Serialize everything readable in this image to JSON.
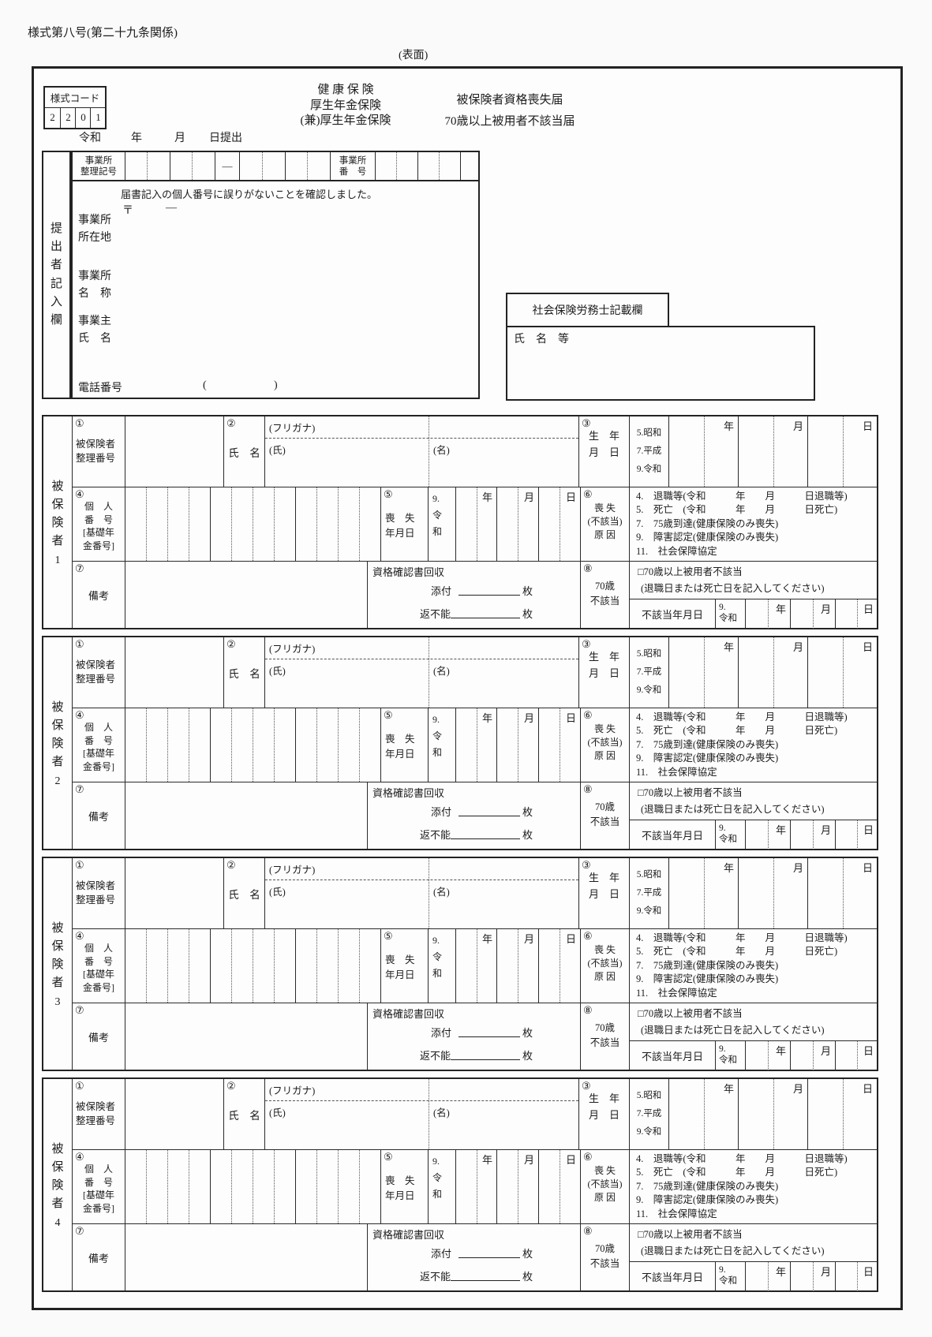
{
  "header": {
    "form_number": "様式第八号(第二十九条関係)",
    "side_label": "(表面)",
    "code_label": "様式コード",
    "code_digits": [
      "2",
      "2",
      "0",
      "1"
    ],
    "insurance_titles": [
      "健 康 保 険",
      "厚生年金保険",
      "(兼)厚生年金保険"
    ],
    "form_titles": [
      "被保険者資格喪失届",
      "70歳以上被用者不該当届"
    ],
    "submit_date": {
      "era": "令和",
      "year": "年",
      "month": "月",
      "day": "日提出"
    }
  },
  "submitter": {
    "section_label": "提出者記入欄",
    "office_code_label": "事業所\n整理記号",
    "code_dash": "―",
    "office_number_label": "事業所\n番　号",
    "confirm_note": "届書記入の個人番号に誤りがないことを確認しました。",
    "postal_mark": "〒",
    "postal_dash": "―",
    "address_label": "事業所\n所在地",
    "name_label": "事業所\n名　称",
    "owner_label": "事業主\n氏　名",
    "phone_label": "電話番号",
    "paren_open": "(",
    "paren_close": ")"
  },
  "sr_section": {
    "title": "社会保険労務士記載欄",
    "name_label": "氏　名　等"
  },
  "block": {
    "f1_num": "①",
    "f1_label": "被保険者\n整理番号",
    "f2_num": "②",
    "f2_label": "氏　名",
    "furigana": "(フリガナ)",
    "last_name": "(氏)",
    "first_name": "(名)",
    "f3_num": "③",
    "f3_label": "生　年\n月　日",
    "birth_era": "5.昭和\n7.平成\n9.令和",
    "year": "年",
    "month": "月",
    "day": "日",
    "f4_num": "④",
    "f4_label": "個　人\n番　号\n[基礎年\n金番号]",
    "f5_num": "⑤",
    "f5_label": "喪　失\n年月日",
    "loss_era": "9.\n令\n和",
    "f6_num": "⑥",
    "f6_label": "喪 失\n(不該当)\n原 因",
    "loss_reasons": [
      "4.　退職等(令和　　　年　　月　　　日退職等)",
      "5.　死亡　(令和　　　年　　月　　　日死亡)",
      "7.　75歳到達(健康保険のみ喪失)",
      "9.　障害認定(健康保険のみ喪失)",
      "11.　社会保障協定"
    ],
    "f7_num": "⑦",
    "f7_label": "備考",
    "cert_title": "資格確認書回収",
    "cert_attach": "添付",
    "cert_unreturn": "返不能",
    "sheets": "枚",
    "f8_num": "⑧",
    "f8_label": "70歳\n不該当",
    "na_checkbox": "□",
    "na_check_label": "70歳以上被用者不該当",
    "na_note": "(退職日または死亡日を記入してください)",
    "na_date_label": "不該当年月日",
    "na_era": "9.\n令和"
  },
  "insured_blocks": [
    {
      "label": "被保険者",
      "number": "1"
    },
    {
      "label": "被保険者",
      "number": "2"
    },
    {
      "label": "被保険者",
      "number": "3"
    },
    {
      "label": "被保険者",
      "number": "4"
    }
  ],
  "colors": {
    "line": "#232323",
    "paper": "#fdfdfd"
  }
}
